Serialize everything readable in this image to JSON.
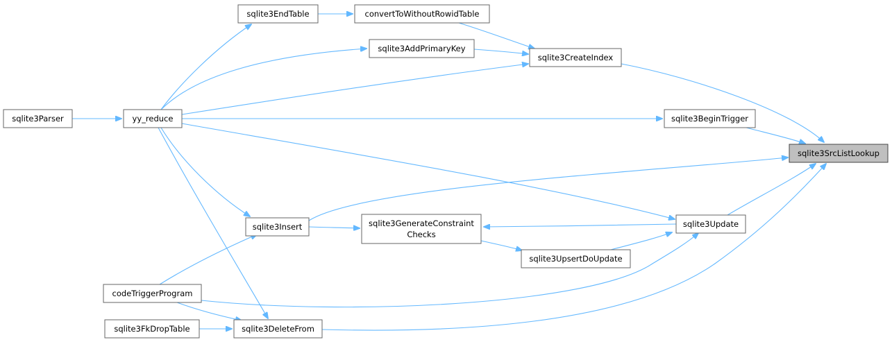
{
  "diagram": {
    "focus": "sqlite3SrcListLookup",
    "nodes": {
      "sqlite3Parser": {
        "label": [
          "sqlite3Parser"
        ]
      },
      "yy_reduce": {
        "label": [
          "yy_reduce"
        ]
      },
      "sqlite3EndTable": {
        "label": [
          "sqlite3EndTable"
        ]
      },
      "convertToWithoutRowidTable": {
        "label": [
          "convertToWithoutRowidTable"
        ]
      },
      "sqlite3AddPrimaryKey": {
        "label": [
          "sqlite3AddPrimaryKey"
        ]
      },
      "sqlite3CreateIndex": {
        "label": [
          "sqlite3CreateIndex"
        ]
      },
      "sqlite3BeginTrigger": {
        "label": [
          "sqlite3BeginTrigger"
        ]
      },
      "sqlite3SrcListLookup": {
        "label": [
          "sqlite3SrcListLookup"
        ]
      },
      "sqlite3Insert": {
        "label": [
          "sqlite3Insert"
        ]
      },
      "sqlite3GenerateConstraintChecks": {
        "label": [
          "sqlite3GenerateConstraint",
          "Checks"
        ]
      },
      "sqlite3Update": {
        "label": [
          "sqlite3Update"
        ]
      },
      "sqlite3UpsertDoUpdate": {
        "label": [
          "sqlite3UpsertDoUpdate"
        ]
      },
      "codeTriggerProgram": {
        "label": [
          "codeTriggerProgram"
        ]
      },
      "sqlite3FkDropTable": {
        "label": [
          "sqlite3FkDropTable"
        ]
      },
      "sqlite3DeleteFrom": {
        "label": [
          "sqlite3DeleteFrom"
        ]
      }
    },
    "edges": [
      {
        "from": "sqlite3CreateIndex",
        "to": "sqlite3SrcListLookup"
      },
      {
        "from": "sqlite3BeginTrigger",
        "to": "sqlite3SrcListLookup"
      },
      {
        "from": "sqlite3Insert",
        "to": "sqlite3SrcListLookup"
      },
      {
        "from": "sqlite3Update",
        "to": "sqlite3SrcListLookup"
      },
      {
        "from": "sqlite3DeleteFrom",
        "to": "sqlite3SrcListLookup"
      },
      {
        "from": "sqlite3Parser",
        "to": "yy_reduce"
      },
      {
        "from": "yy_reduce",
        "to": "sqlite3EndTable"
      },
      {
        "from": "yy_reduce",
        "to": "sqlite3AddPrimaryKey"
      },
      {
        "from": "yy_reduce",
        "to": "sqlite3CreateIndex"
      },
      {
        "from": "yy_reduce",
        "to": "sqlite3BeginTrigger"
      },
      {
        "from": "yy_reduce",
        "to": "sqlite3Insert"
      },
      {
        "from": "yy_reduce",
        "to": "sqlite3Update"
      },
      {
        "from": "yy_reduce",
        "to": "sqlite3DeleteFrom"
      },
      {
        "from": "sqlite3EndTable",
        "to": "convertToWithoutRowidTable"
      },
      {
        "from": "convertToWithoutRowidTable",
        "to": "sqlite3CreateIndex"
      },
      {
        "from": "sqlite3AddPrimaryKey",
        "to": "sqlite3CreateIndex"
      },
      {
        "from": "sqlite3Insert",
        "to": "sqlite3GenerateConstraintChecks"
      },
      {
        "from": "sqlite3Update",
        "to": "sqlite3GenerateConstraintChecks"
      },
      {
        "from": "sqlite3GenerateConstraintChecks",
        "to": "sqlite3UpsertDoUpdate"
      },
      {
        "from": "sqlite3UpsertDoUpdate",
        "to": "sqlite3Update"
      },
      {
        "from": "codeTriggerProgram",
        "to": "sqlite3Insert"
      },
      {
        "from": "codeTriggerProgram",
        "to": "sqlite3Update"
      },
      {
        "from": "codeTriggerProgram",
        "to": "sqlite3DeleteFrom"
      },
      {
        "from": "sqlite3FkDropTable",
        "to": "sqlite3DeleteFrom"
      }
    ],
    "colors": {
      "edge": "#63b8ff",
      "node_border": "#666666",
      "focus_fill": "#bfbfbf"
    }
  }
}
